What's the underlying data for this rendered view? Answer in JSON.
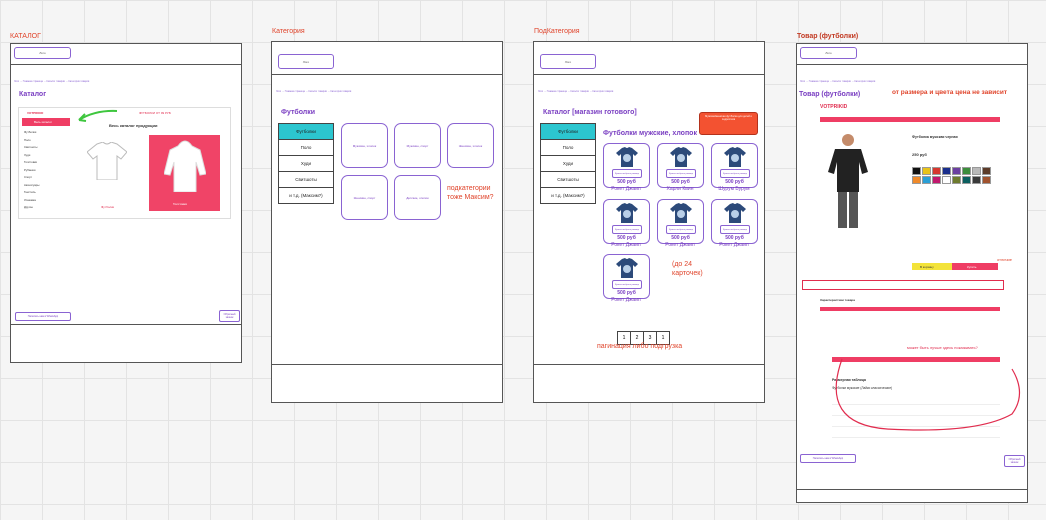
{
  "frames": {
    "catalog": {
      "label": "КАТАЛОГ",
      "title": "Каталог"
    },
    "category": {
      "label": "Категория",
      "title": "Футболки"
    },
    "subcategory": {
      "label": "ПодКатегория",
      "title": "Каталог [магазин готового]",
      "subtitle": "Футболки мужские, хлопок"
    },
    "product": {
      "label": "Товар (футболки)",
      "title": "Товар (футболки)",
      "note": "от размера и цвета цена не зависит"
    }
  },
  "common": {
    "logo": "Лого",
    "crumbs": "Лого → Главная страница → Каталог товаров → Категория товаров",
    "footer_left": "Написать нам в WhatsApp",
    "footer_right": "Обратный звонок"
  },
  "catalog_shot": {
    "brand": "VOTPRIKID",
    "heading": "Весь каталог продукции",
    "menu_btn": "Весь каталог",
    "promo": "ФУТБОЛКИ ОТ 99 РУБ",
    "items": [
      "Футболки",
      "Поло",
      "Свитшоты",
      "Худи",
      "Толстовки",
      "Рубашки",
      "Спорт",
      "Аксессуары",
      "Текстиль",
      "Упаковка",
      "Другое"
    ],
    "card1": "Футболки",
    "card2": "Толстовки"
  },
  "category_menu": [
    "Футболки",
    "Поло",
    "Худи",
    "Свитшоты",
    "и т.д. (Максим?)"
  ],
  "subcategories": [
    "Мужские, хлопок",
    "Мужские, спорт",
    "Женские, хлопок",
    "Женские, спорт",
    "Детские, хлопок"
  ],
  "category_note": "подкатегории тоже Максим?",
  "products": [
    {
      "name": "Рокет Джаип",
      "price": "500 руб"
    },
    {
      "name": "Харли Квин",
      "price": "500 руб"
    },
    {
      "name": "Шурум Бурум",
      "price": "500 руб"
    },
    {
      "name": "Рокет Джаип",
      "price": "500 руб"
    },
    {
      "name": "Рокет Джаип",
      "price": "500 руб"
    },
    {
      "name": "Рокет Джаип",
      "price": "500 руб"
    },
    {
      "name": "Рокет Джаип",
      "price": "500 руб"
    }
  ],
  "buy_label": "Купить выбрать размер",
  "cards_note": "(до 24 карточек)",
  "pages": [
    "1",
    "2",
    "3",
    "1"
  ],
  "pager_note": "пагинация либо подгрузка",
  "filter_note": "Мужская/женская футболка для детей и подростков",
  "product_shot": {
    "brand": "VOTPRIKID",
    "name": "Футболка мужская черная",
    "price": "250 руб",
    "cart": "В корзину",
    "buy": "Купить",
    "chars": "Характеристики товара",
    "sizes_title": "Размерная таблица",
    "sizes_sub": "Футболки мужские (Лайки классические)",
    "pink_note": "может быть лучше здесь показывать?",
    "other_note": "отличие"
  },
  "colors": {
    "accent": "#7a3fc2",
    "red": "#e0452c",
    "teal": "#2cc6cf",
    "pink": "#ef3d64"
  }
}
